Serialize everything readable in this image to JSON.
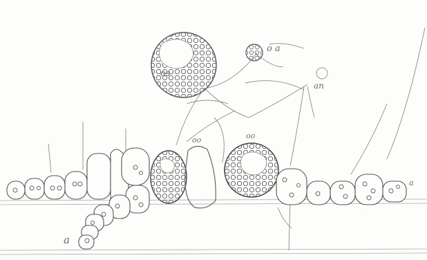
{
  "figure": {
    "labels": {
      "os": "os",
      "oa": "o a",
      "an": "an",
      "oo_upper": "oo",
      "oo_right": "oo",
      "a_bottom": "a",
      "a_right": "a"
    },
    "colors": {
      "ink": "#4a4a4a",
      "faint": "#9a9a9a",
      "paper": "#fdfdfc"
    }
  }
}
